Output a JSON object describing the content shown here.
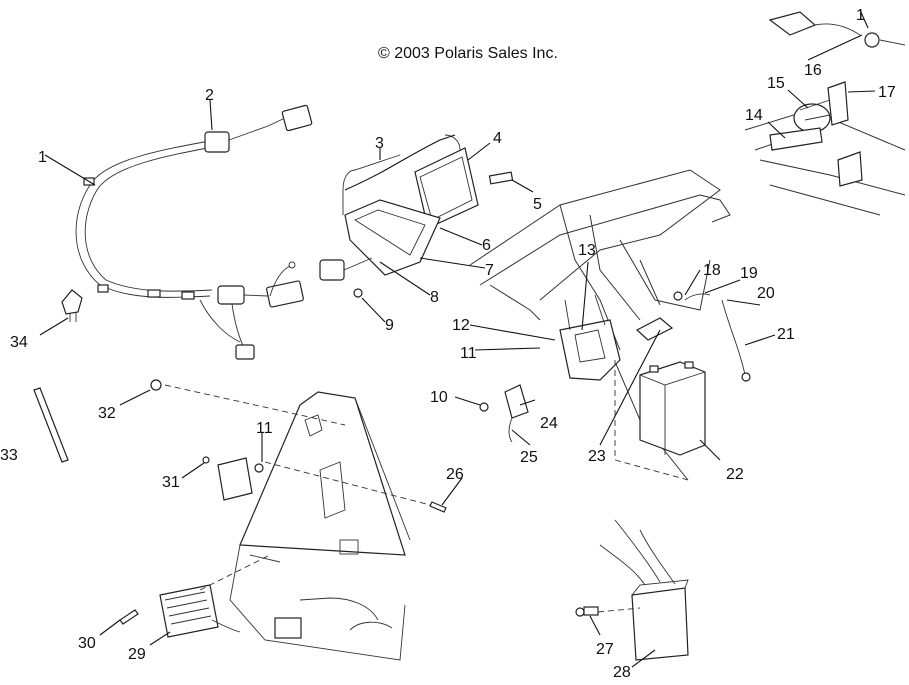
{
  "copyright": "© 2003 Polaris Sales Inc.",
  "callouts": [
    "1",
    "2",
    "3",
    "4",
    "5",
    "6",
    "7",
    "8",
    "9",
    "10",
    "11",
    "11",
    "12",
    "13",
    "14",
    "15",
    "16",
    "17",
    "18",
    "19",
    "20",
    "21",
    "22",
    "23",
    "24",
    "25",
    "26",
    "27",
    "28",
    "29",
    "30",
    "31",
    "32",
    "33",
    "34",
    "1"
  ]
}
